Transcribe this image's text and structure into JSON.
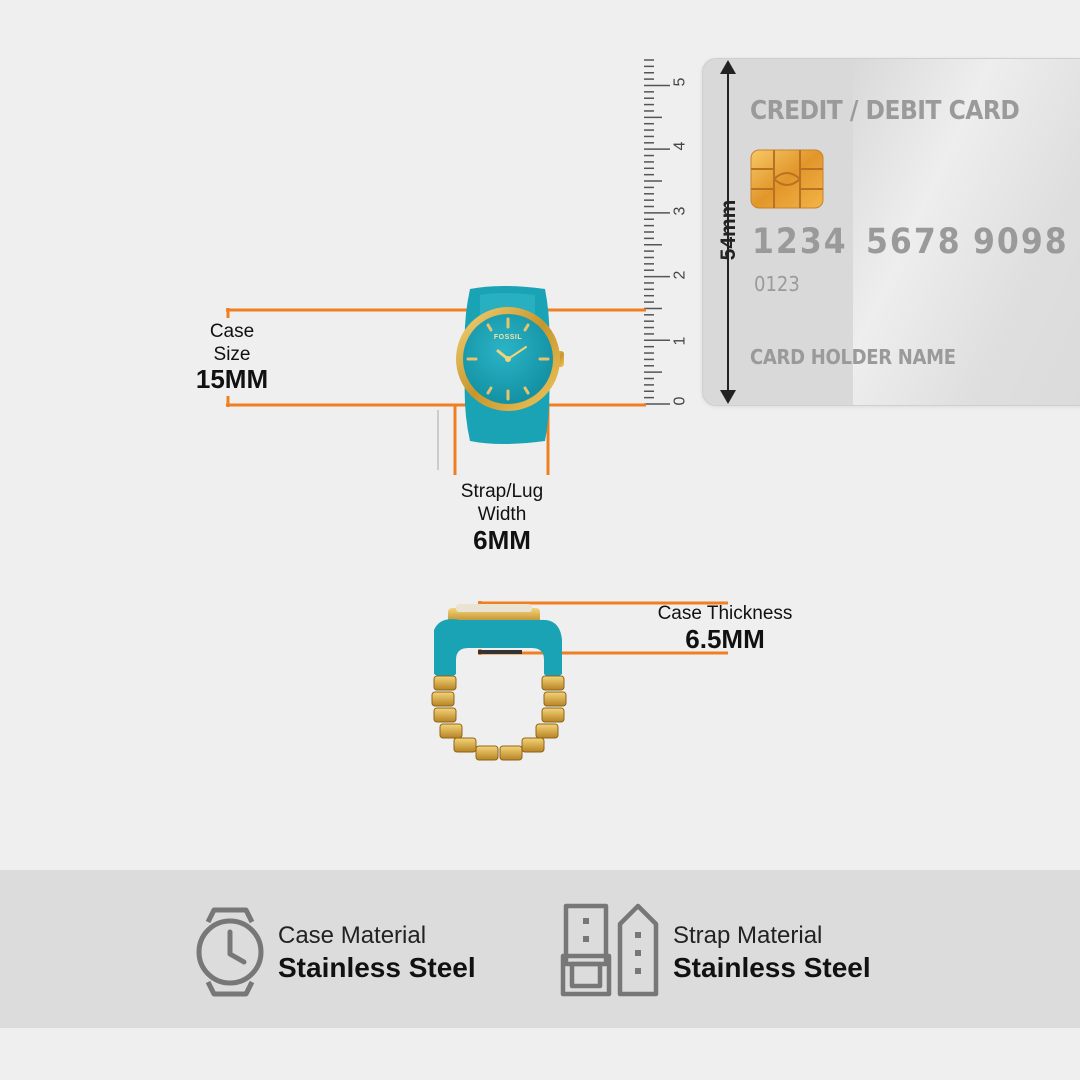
{
  "card": {
    "title": "CREDIT / DEBIT CARD",
    "num1": "1234",
    "num2": "5678",
    "num3": "9098",
    "small": "0123",
    "holder": "CARD HOLDER NAME",
    "height_label": "54mm"
  },
  "ruler": {
    "ticks": [
      "0",
      "1",
      "2",
      "3",
      "4",
      "5"
    ]
  },
  "watch": {
    "brand": "FOSSIL"
  },
  "dimensions": {
    "case_size": {
      "line1": "Case",
      "line2": "Size",
      "value": "15MM"
    },
    "strap_width": {
      "line1": "Strap/Lug",
      "line2": "Width",
      "value": "6MM"
    },
    "thickness": {
      "line1": "Case Thickness",
      "value": "6.5MM"
    }
  },
  "materials": {
    "case": {
      "title": "Case Material",
      "value": "Stainless Steel",
      "icon": "watch-icon"
    },
    "strap": {
      "title": "Strap Material",
      "value": "Stainless Steel",
      "icon": "strap-icon"
    }
  },
  "colors": {
    "accent": "#f07f22",
    "teal": "#1aa3b5",
    "gold": "#d8a934"
  }
}
